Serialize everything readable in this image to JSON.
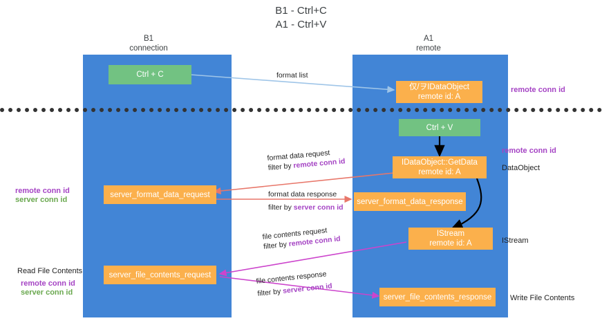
{
  "title": {
    "line1": "B1 - Ctrl+C",
    "line2": "A1 - Ctrl+V"
  },
  "columns": [
    {
      "name": "b1",
      "title": "B1",
      "subtitle": "connection"
    },
    {
      "name": "a1",
      "title": "A1",
      "subtitle": "remote"
    }
  ],
  "nodes": {
    "ctrl_c": {
      "line1": "Ctrl + C",
      "line2": ""
    },
    "idataobject": {
      "line1": "仅/ヲIDataObject",
      "line2": "remote id: A"
    },
    "ctrl_v": {
      "line1": "Ctrl + V",
      "line2": ""
    },
    "getdata": {
      "line1": "IDataObject::GetData",
      "line2": "remote id: A"
    },
    "fmt_request": {
      "line1": "server_format_data_request",
      "line2": ""
    },
    "fmt_response": {
      "line1": "server_format_data_response",
      "line2": ""
    },
    "istream": {
      "line1": "IStream",
      "line2": "remote id: A"
    },
    "file_request": {
      "line1": "server_file_contents_request",
      "line2": ""
    },
    "file_response": {
      "line1": "server_file_contents_response",
      "line2": ""
    }
  },
  "flows": {
    "format_list": {
      "line1": "format list",
      "line2": ""
    },
    "format_data_request": {
      "line1": "format data request",
      "line2_prefix": "filter by ",
      "line2_key": "remote conn id"
    },
    "format_data_response": {
      "line1": "format data response",
      "line2_prefix": "filter by ",
      "line2_key": "server conn id"
    },
    "file_contents_request": {
      "line1": "file contents request",
      "line2_prefix": "filter by ",
      "line2_key": "remote conn id"
    },
    "file_contents_response": {
      "line1": "file contents response",
      "line2_prefix": "filter by ",
      "line2_key": "server conn id"
    }
  },
  "annotations": {
    "right_remote_conn_id_top": "remote conn id",
    "right_remote_conn_id_mid": "remote conn id",
    "right_dataobject": "DataObject",
    "right_istream": "IStream",
    "right_write_file": "Write File Contents",
    "left_remote_conn_id_1": "remote conn id",
    "left_server_conn_id_1": "server conn id",
    "left_read_file": "Read File Contents",
    "left_remote_conn_id_2": "remote conn id",
    "left_server_conn_id_2": "server conn id"
  },
  "colors": {
    "lane": "#4285d6",
    "green_node": "#72c282",
    "orange_node": "#fbb04c",
    "purple_text": "#a544c4",
    "green_text": "#6aa84f",
    "arrow_blue": "#9fc5e8",
    "arrow_red": "#e8776a",
    "arrow_magenta": "#cc44cc",
    "arrow_black": "#000000",
    "divider": "#333333"
  }
}
